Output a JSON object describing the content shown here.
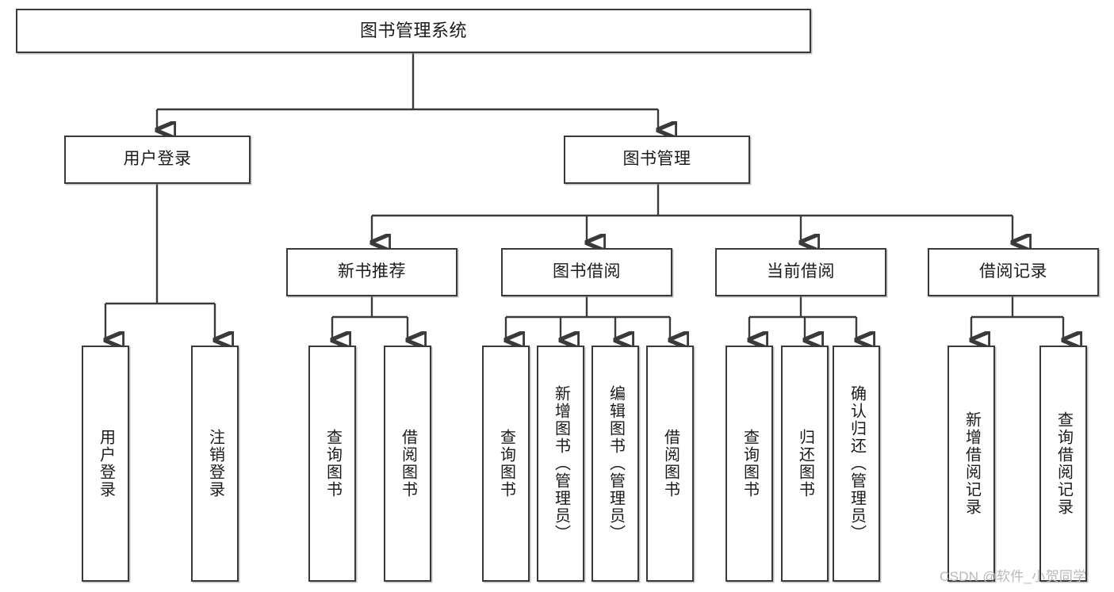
{
  "diagram": {
    "title": "图书管理系统",
    "type": "hierarchy-tree",
    "root": {
      "id": "root",
      "label": "图书管理系统"
    },
    "level2": [
      {
        "id": "user-login",
        "label": "用户登录"
      },
      {
        "id": "book-manage",
        "label": "图书管理"
      }
    ],
    "level3": [
      {
        "id": "new-book-rec",
        "label": "新书推荐",
        "parent": "book-manage"
      },
      {
        "id": "book-borrow",
        "label": "图书借阅",
        "parent": "book-manage"
      },
      {
        "id": "current-borrow",
        "label": "当前借阅",
        "parent": "book-manage"
      },
      {
        "id": "borrow-record",
        "label": "借阅记录",
        "parent": "book-manage"
      }
    ],
    "leaves": [
      {
        "id": "leaf-user-login",
        "label": "用户登录",
        "parent": "user-login"
      },
      {
        "id": "leaf-logout-login",
        "label": "注销登录",
        "parent": "user-login"
      },
      {
        "id": "leaf-query-book-1",
        "label": "查询图书",
        "parent": "new-book-rec"
      },
      {
        "id": "leaf-borrow-book-1",
        "label": "借阅图书",
        "parent": "new-book-rec"
      },
      {
        "id": "leaf-query-book-2",
        "label": "查询图书",
        "parent": "book-borrow"
      },
      {
        "id": "leaf-add-book",
        "label": "新增图书（管理员）",
        "parent": "book-borrow"
      },
      {
        "id": "leaf-edit-book",
        "label": "编辑图书（管理员）",
        "parent": "book-borrow"
      },
      {
        "id": "leaf-borrow-book-2",
        "label": "借阅图书",
        "parent": "book-borrow"
      },
      {
        "id": "leaf-query-book-3",
        "label": "查询图书",
        "parent": "current-borrow"
      },
      {
        "id": "leaf-return-book",
        "label": "归还图书",
        "parent": "current-borrow"
      },
      {
        "id": "leaf-confirm-return",
        "label": "确认归还（管理员）",
        "parent": "current-borrow"
      },
      {
        "id": "leaf-add-record",
        "label": "新增借阅记录",
        "parent": "borrow-record"
      },
      {
        "id": "leaf-query-record",
        "label": "查询借阅记录",
        "parent": "borrow-record"
      }
    ]
  },
  "watermark": {
    "text": "CSDN @软件_小贺同学"
  },
  "colors": {
    "stroke": "#3a3a3a",
    "box_fill": "#ffffff",
    "text": "#1b1b1b",
    "watermark": "#b9b9b9",
    "background": "#ffffff"
  }
}
